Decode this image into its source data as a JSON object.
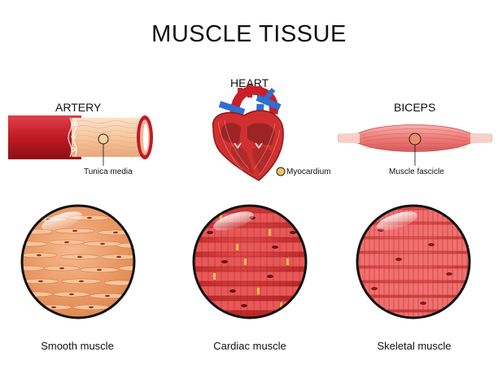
{
  "title": "MUSCLE TISSUE",
  "organs": {
    "artery": {
      "label": "ARTERY",
      "sublabel": "Tunica media"
    },
    "heart": {
      "label": "HEART",
      "sublabel": "Myocardium"
    },
    "biceps": {
      "label": "BICEPS",
      "sublabel": "Muscle fascicle"
    }
  },
  "tissues": {
    "smooth": {
      "label": "Smooth muscle"
    },
    "cardiac": {
      "label": "Cardiac muscle"
    },
    "skeletal": {
      "label": "Skeletal muscle"
    }
  },
  "colors": {
    "artery_red": "#c8202a",
    "smooth_orange": "#f2a070",
    "cardiac_red": "#d23a3a",
    "skeletal_red": "#e04a4a",
    "biceps_pink": "#f08a88",
    "vein_blue": "#2f6fcf",
    "circle_border": "#111111"
  }
}
